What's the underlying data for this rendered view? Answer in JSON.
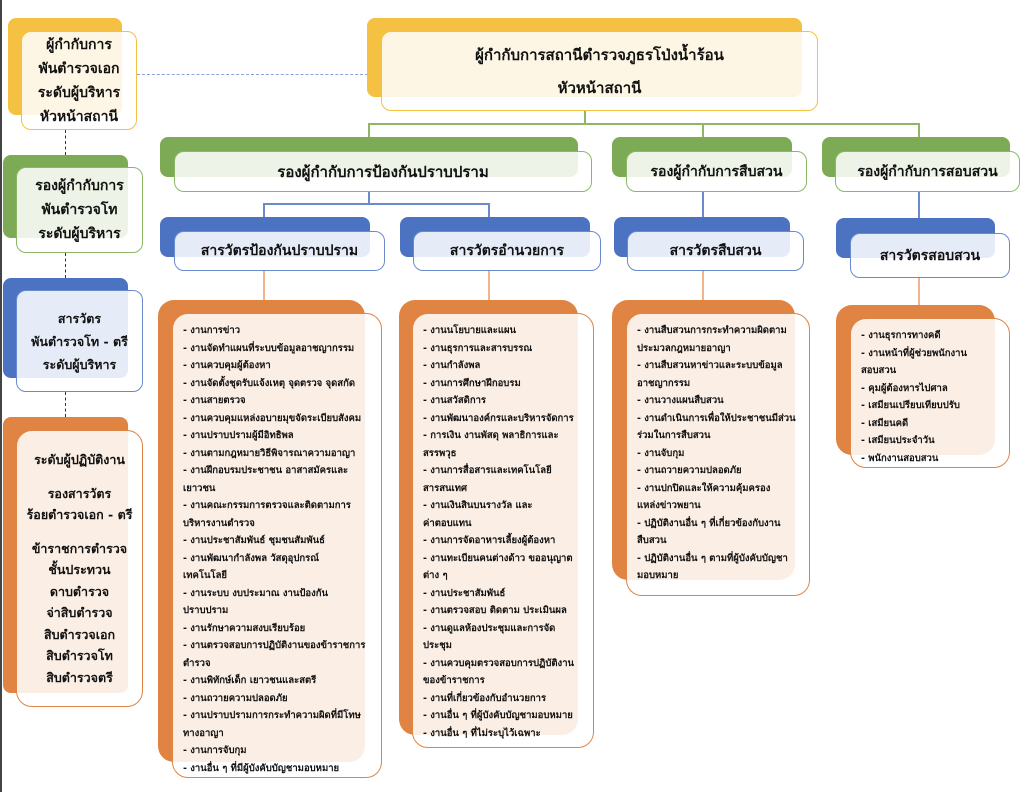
{
  "left": {
    "chief": [
      "ผู้กำกับการ",
      "พันตำรวจเอก",
      "ระดับผู้บริหาร",
      "หัวหน้าสถานี"
    ],
    "deputy": [
      "รองผู้กำกับการ",
      "พันตำรวจโท",
      "ระดับผู้บริหาร"
    ],
    "inspector": [
      "สารวัตร",
      "พันตำรวจโท - ตรี",
      "ระดับผู้บริหาร"
    ],
    "operational": [
      "ระดับผู้ปฏิบัติงาน",
      "",
      "รองสารวัตร",
      "ร้อยตำรวจเอก - ตรี",
      "",
      "ข้าราชการตำรวจ",
      "ชั้นประทวน",
      "ดาบตำรวจ",
      "จ่าสิบตำรวจ",
      "สิบตำรวจเอก",
      "สิบตำรวจโท",
      "สิบตำรวจตรี"
    ]
  },
  "top": {
    "title": "ผู้กำกับการสถานีตำรวจภูธรโป่งน้ำร้อน",
    "subtitle": "หัวหน้าสถานี"
  },
  "deputies": [
    "รองผู้กำกับการป้องกันปราบปราม",
    "รองผู้กำกับการสืบสวน",
    "รองผู้กำกับการสอบสวน"
  ],
  "inspectors": [
    "สารวัตรป้องกันปราบปราม",
    "สารวัตรอำนวยการ",
    "สารวัตรสืบสวน",
    "สารวัตรสอบสวน"
  ],
  "duties": [
    [
      "- งานการข่าว",
      "- งานจัดทำแผนที่ระบบข้อมูลอาชญากรรม",
      "- งานควบคุมผู้ต้องหา",
      "- งานจัดตั้งชุดรับแจ้งเหตุ จุดตรวจ จุดสกัด",
      "- งานสายตรวจ",
      "- งานควบคุมแหล่งอบายมุขจัดระเบียบสังคม",
      "- งานปราบปรามผู้มีอิทธิพล",
      "- งานตามกฎหมายวิธีพิจารณาความอาญา",
      "- งานฝึกอบรมประชาชน อาสาสมัครและ",
      "เยาวชน",
      "- งานคณะกรรมการตรวจและติดตามการ",
      "บริหารงานตำรวจ",
      "- งานประชาสัมพันธ์ ชุมชนสัมพันธ์",
      "- งานพัฒนากำลังพล วัสดุอุปกรณ์",
      "เทคโนโลยี",
      "- งานระบบ งบประมาณ งานป้องกัน",
      "ปราบปราม",
      "- งานรักษาความสงบเรียบร้อย",
      "- งานตรวจสอบการปฏิบัติงานของข้าราชการ",
      "ตำรวจ",
      "- งานพิทักษ์เด็ก เยาวชนและสตรี",
      "- งานถวายความปลอดภัย",
      "- งานปราบปรามการกระทำความผิดที่มีโทษ",
      "ทางอาญา",
      "- งานการจับกุม",
      "- งานอื่น ๆ ที่มีผู้บังคับบัญชามอบหมาย"
    ],
    [
      "- งานนโยบายและแผน",
      "- งานธุรการและสารบรรณ",
      "- งานกำลังพล",
      "- งานการศึกษาฝึกอบรม",
      "- งานสวัสดิการ",
      "- งานพัฒนาองค์กรและบริหารจัดการ",
      "- การเงิน งานพัสดุ พลาธิการและ",
      "สรรพวุธ",
      "- งานการสื่อสารและเทคโนโลยี",
      "สารสนเทศ",
      "- งานเงินสินบนรางวัล และ",
      "ค่าตอบแทน",
      "- งานการจัดอาหารเลี้ยงผู้ต้องหา",
      "- งานทะเบียนคนต่างด้าว ขออนุญาต",
      "ต่าง ๆ",
      "- งานประชาสัมพันธ์",
      "- งานตรวจสอบ ติดตาม ประเมินผล",
      "- งานดูแลห้องประชุมและการจัด",
      "ประชุม",
      "- งานควบคุมตรวจสอบการปฏิบัติงาน",
      "ของข้าราชการ",
      "- งานที่เกี่ยวข้องกับอำนวยการ",
      "- งานอื่น ๆ ที่ผู้บังคับบัญชามอบหมาย",
      "- งานอื่น ๆ ที่ไม่ระบุไว้เฉพาะ"
    ],
    [
      "- งานสืบสวนการกระทำความผิดตาม",
      "ประมวลกฎหมายอาญา",
      "- งานสืบสวนหาข่าวและระบบข้อมูล",
      "อาชญากรรม",
      "- งานวางแผนสืบสวน",
      "- งานดำเนินการเพื่อให้ประชาชนมีส่วน",
      "ร่วมในการสืบสวน",
      "- งานจับกุม",
      "- งานถวายความปลอดภัย",
      "- งานปกปิดและให้ความคุ้มครอง",
      "แหล่งข่าวพยาน",
      "- ปฏิบัติงานอื่น ๆ ที่เกี่ยวข้องกับงาน",
      "สืบสวน",
      "- ปฏิบัติงานอื่น ๆ ตามที่ผู้บังคับบัญชา",
      "มอบหมาย"
    ],
    [
      "- งานธุรการทางคดี",
      "- งานหน้าที่ผู้ช่วยพนักงาน",
      "สอบสวน",
      "- คุมผู้ต้องหารไปศาล",
      "- เสมียนเปรียบเทียบปรับ",
      "- เสมียนคดี",
      "- เสมียนประจำวัน",
      "- พนักงานสอบสวน"
    ]
  ],
  "colors": {
    "yellow": "#f4c142",
    "green": "#7dab55",
    "blue": "#4c72c2",
    "orange": "#e08443"
  }
}
